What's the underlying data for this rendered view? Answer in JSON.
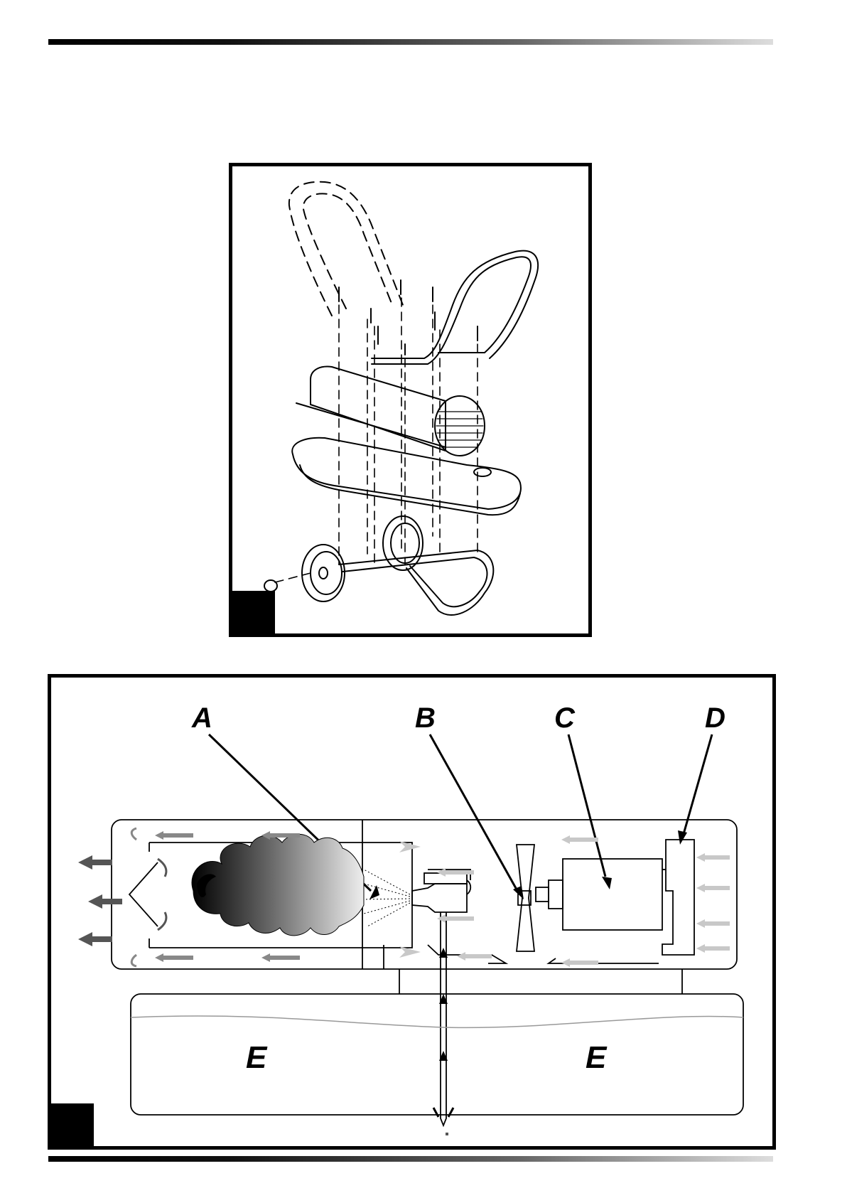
{
  "figure2": {
    "labels": {
      "a": "A",
      "b": "B",
      "c": "C",
      "d": "D",
      "e_left": "E",
      "e_right": "E"
    }
  },
  "colors": {
    "ink": "#000000",
    "arrow_dark": "#555555",
    "arrow_mid": "#888888",
    "arrow_light": "#c8c8c8"
  }
}
